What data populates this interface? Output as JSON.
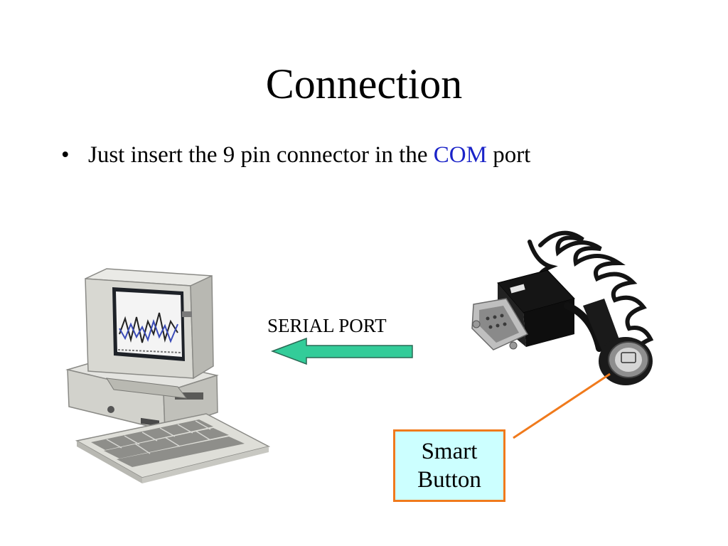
{
  "slide": {
    "title": "Connection",
    "bullet": {
      "text_before": "Just insert the 9 pin connector in the",
      "highlight": "COM",
      "text_after": "port"
    }
  },
  "diagram": {
    "arrow_label": "SERIAL PORT",
    "callout_line1": "Smart",
    "callout_line2": "Button",
    "icons": [
      "computer-icon",
      "serial-connector-icon",
      "smart-button-icon",
      "arrow-left-icon"
    ]
  },
  "colors": {
    "highlight_text": "#1a23c8",
    "arrow_fill": "#33cc99",
    "callout_border": "#f07a1c",
    "callout_fill": "#ccffff",
    "leader_line": "#f07a1c"
  }
}
